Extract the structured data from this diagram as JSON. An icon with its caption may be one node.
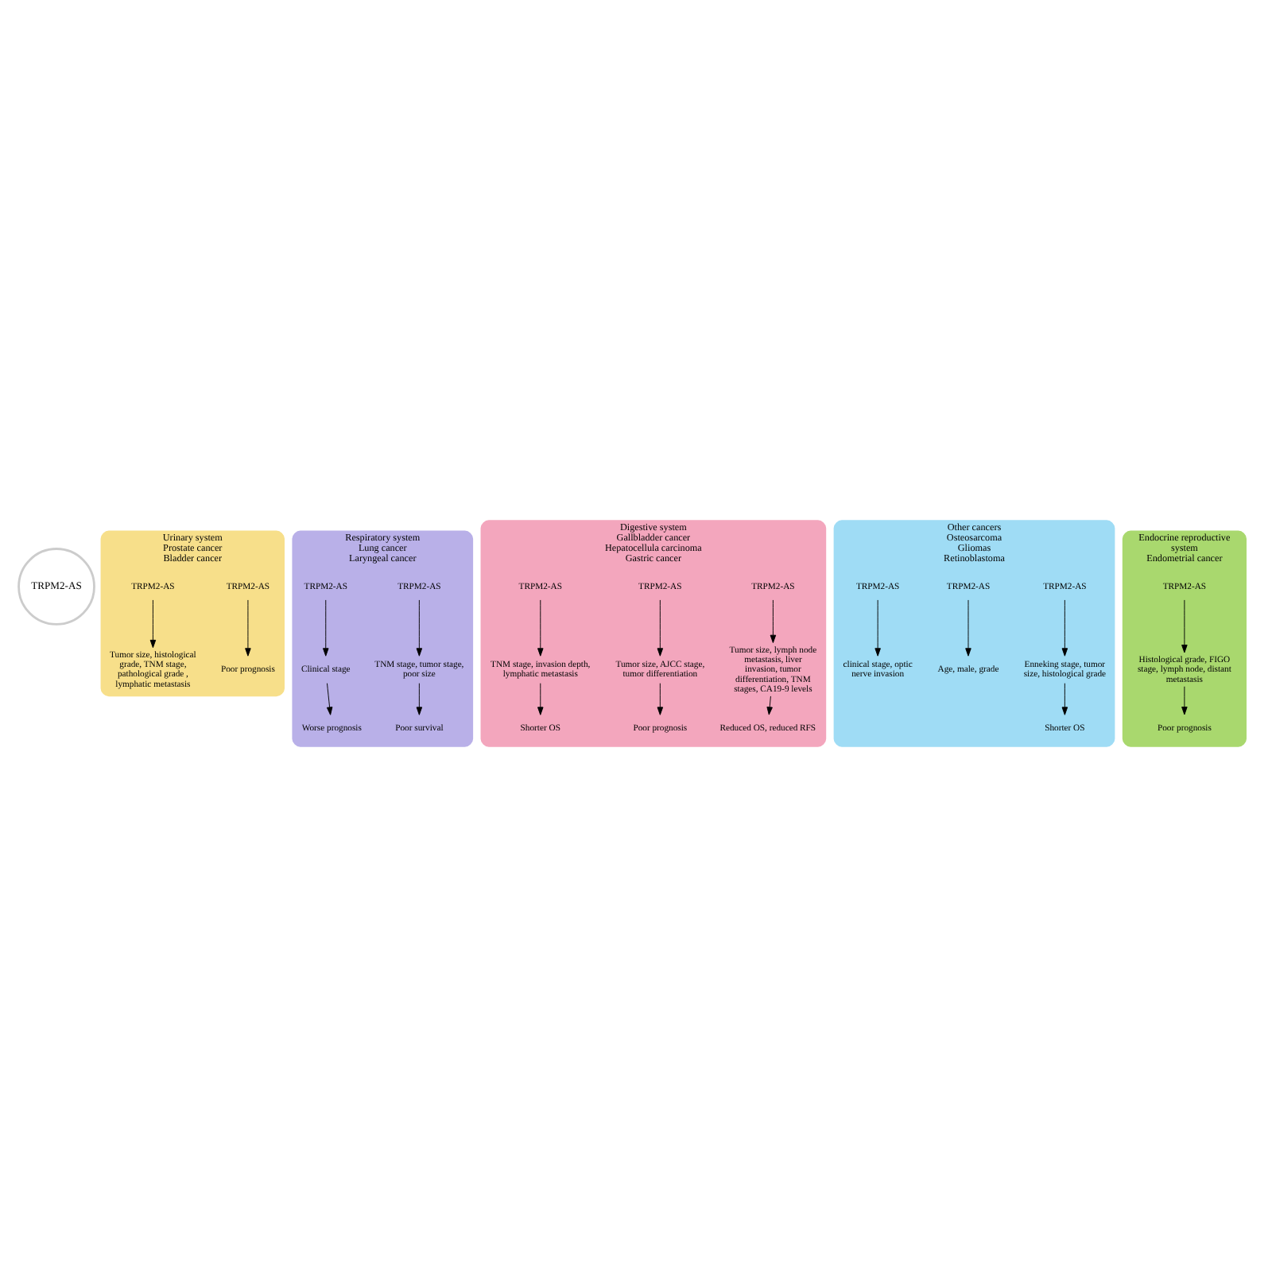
{
  "diagram": {
    "nodes": [
      {
        "text": [
          "TRPM2-AS"
        ]
      },
      {
        "text": [
          "Urinary system",
          "Prostate cancer",
          "Bladder cancer"
        ]
      },
      {
        "text": [
          "TRPM2-AS"
        ],
        "in": 1
      },
      {
        "text": [
          "Poor prognosis"
        ],
        "in": 1
      },
      {
        "text": [
          "TRPM2-AS"
        ],
        "in": 1
      },
      {
        "text": [
          "Tumor size, histological grade, TNM stage, pathological grade , lymphatic metastasis"
        ],
        "in": 1
      },
      {
        "text": [
          "Respiratory system",
          "Lung cancer",
          "Laryngeal cancer"
        ]
      },
      {
        "text": [
          "TRPM2-AS"
        ],
        "in": 6
      },
      {
        "text": [
          "TNM stage, tumor stage, poor size"
        ],
        "in": 6
      },
      {
        "text": [
          "Poor survival"
        ],
        "in": 6
      },
      {
        "text": [
          "TRPM2-AS"
        ],
        "in": 6
      },
      {
        "text": [
          "Clinical stage"
        ],
        "in": 6
      },
      {
        "text": [
          "Worse prognosis"
        ],
        "in": 6
      },
      {
        "text": [
          "Digestive system",
          "Gallbladder cancer",
          "Hepatocellula carcinoma",
          "Gastric cancer"
        ]
      },
      {
        "text": [
          "TRPM2-AS"
        ],
        "in": 13
      },
      {
        "text": [
          "Tumor size, lymph node metastasis, liver invasion, tumor differentiation, TNM stages, CA19-9 levels"
        ],
        "in": 13
      },
      {
        "text": [
          "Reduced OS, reduced RFS"
        ],
        "in": 13
      },
      {
        "text": [
          "TRPM2-AS"
        ],
        "in": 13
      },
      {
        "text": [
          "Tumor size, AJCC stage, tumor differentiation"
        ],
        "in": 13
      },
      {
        "text": [
          "Poor prognosis"
        ],
        "in": 13
      },
      {
        "text": [
          "TRPM2-AS"
        ],
        "in": 13
      },
      {
        "text": [
          "TNM stage, invasion depth, lymphatic metastasis"
        ],
        "in": 13
      },
      {
        "text": [
          "Shorter OS"
        ],
        "in": 13
      },
      {
        "text": [
          "Other cancers",
          "Osteosarcoma",
          "Gliomas",
          "Retinoblastoma"
        ]
      },
      {
        "text": [
          "TRPM2-AS"
        ],
        "in": 23
      },
      {
        "text": [
          "Enneking stage, tumor size, histological grade"
        ],
        "in": 23
      },
      {
        "text": [
          "Shorter OS"
        ],
        "in": 23
      },
      {
        "text": [
          "TRPM2-AS"
        ],
        "in": 23
      },
      {
        "text": [
          "Age, male, grade"
        ],
        "in": 23
      },
      {
        "text": [
          "TRPM2-AS"
        ],
        "in": 23
      },
      {
        "text": [
          "clinical stage, optic nerve invasion"
        ],
        "in": 23
      },
      {
        "text": [
          "Endocrine reproductive system",
          "Endometrial cancer"
        ]
      },
      {
        "text": [
          "TRPM2-AS"
        ],
        "in": 31
      },
      {
        "text": [
          "Histological grade, FIGO stage, lymph node, distant metastasis"
        ],
        "in": 31
      },
      {
        "text": [
          "Poor prognosis"
        ],
        "in": 31
      }
    ],
    "edges": [
      {
        "from": 2,
        "to": 3,
        "arrow": "to"
      },
      {
        "from": 4,
        "to": 5,
        "arrow": "to"
      },
      {
        "from": 7,
        "to": 8,
        "arrow": "to"
      },
      {
        "from": 8,
        "to": 9,
        "arrow": "to"
      },
      {
        "from": 10,
        "to": 11,
        "arrow": "to"
      },
      {
        "from": 11,
        "to": 12,
        "arrow": "to"
      },
      {
        "from": 14,
        "to": 15,
        "arrow": "to"
      },
      {
        "from": 15,
        "to": 16,
        "arrow": "to"
      },
      {
        "from": 17,
        "to": 18,
        "arrow": "to"
      },
      {
        "from": 18,
        "to": 19,
        "arrow": "to"
      },
      {
        "from": 20,
        "to": 21,
        "arrow": "to"
      },
      {
        "from": 21,
        "to": 22,
        "arrow": "to"
      },
      {
        "from": 24,
        "to": 25,
        "arrow": "to"
      },
      {
        "from": 25,
        "to": 26,
        "arrow": "to"
      },
      {
        "from": 27,
        "to": 28,
        "arrow": "to"
      },
      {
        "from": 29,
        "to": 30,
        "arrow": "to"
      },
      {
        "from": 32,
        "to": 33,
        "arrow": "to"
      },
      {
        "from": 33,
        "to": 34,
        "arrow": "to"
      }
    ]
  }
}
